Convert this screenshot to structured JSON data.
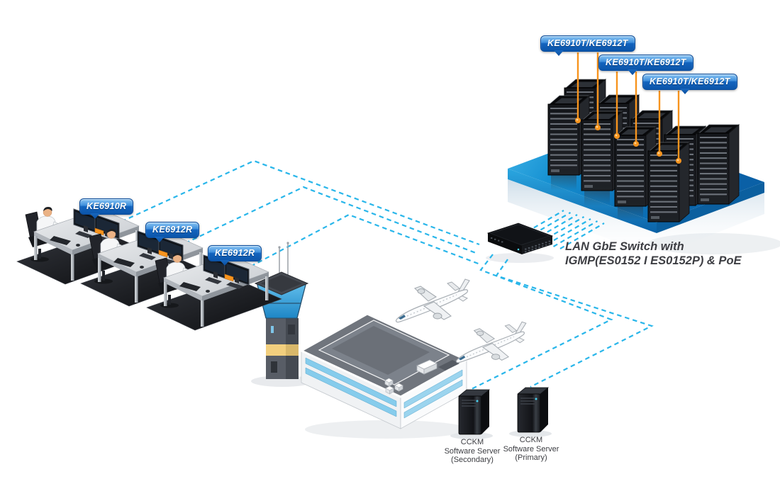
{
  "diagram": {
    "description": "KVM over IP matrix system diagram: operator consoles with receivers, airport control tower and terminal, LAN switch, transmitter server racks and CCKM software servers",
    "receiver_callouts": [
      {
        "label": "KE6910R"
      },
      {
        "label": "KE6912R"
      },
      {
        "label": "KE6912R"
      }
    ],
    "transmitter_callouts": [
      {
        "label": "KE6910T/KE6912T"
      },
      {
        "label": "KE6910T/KE6912T"
      },
      {
        "label": "KE6910T/KE6912T"
      }
    ],
    "switch_label": {
      "line1": "LAN GbE Switch with",
      "line2": "IGMP(ES0152 I ES0152P) & PoE"
    },
    "software_servers": [
      {
        "line1": "CCKM",
        "line2": "Software Server",
        "line3": "(Secondary)"
      },
      {
        "line1": "CCKM",
        "line2": "Software Server",
        "line3": "(Primary)"
      }
    ],
    "colors": {
      "link_dashed": "#29b6ea",
      "accent_orange": "#f7941e",
      "callout_blue_top": "#8cc6f3",
      "callout_blue_bottom": "#0c55a9",
      "platform_blue": "#0c74ba",
      "label_text": "#3d3e43"
    }
  }
}
